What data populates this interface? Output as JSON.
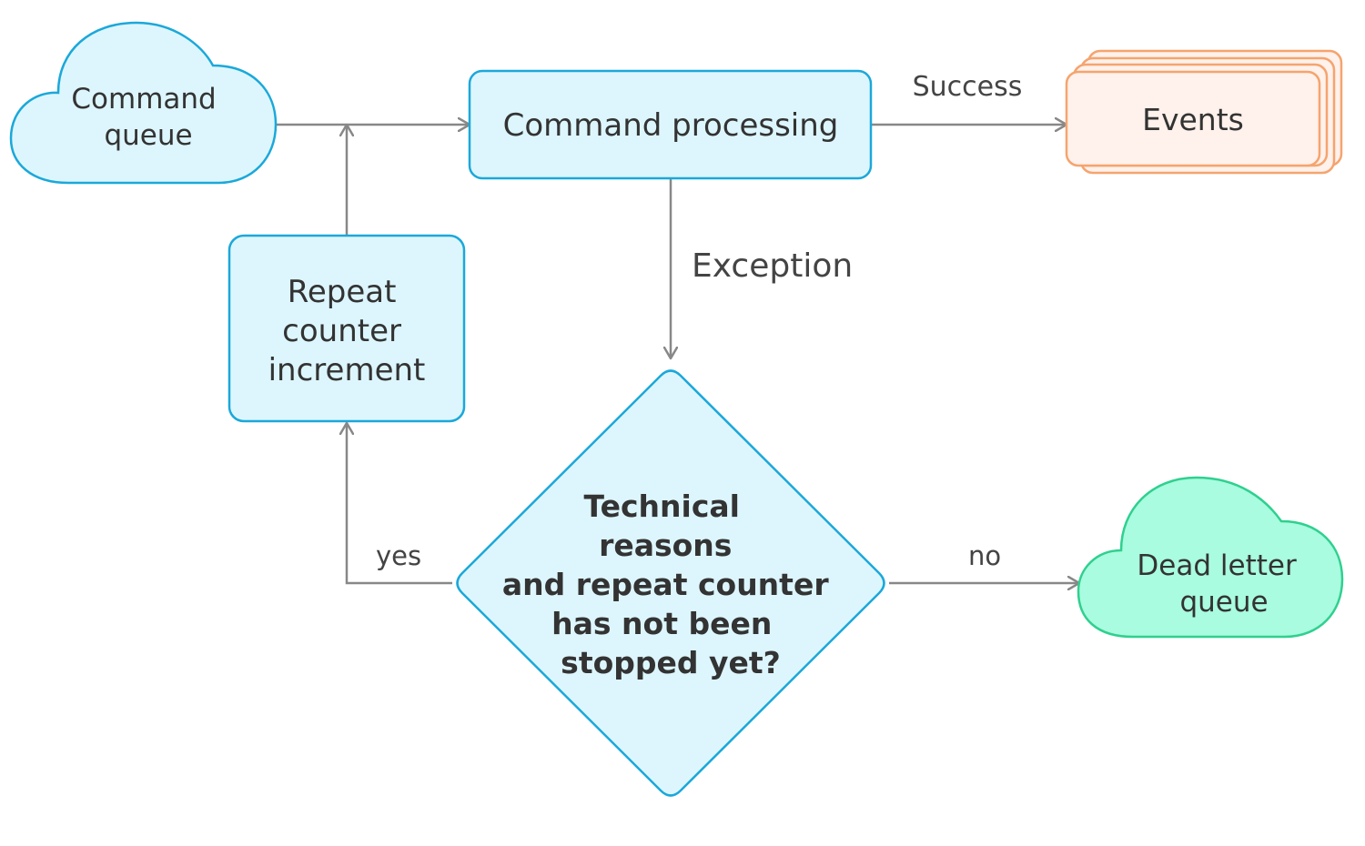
{
  "colors": {
    "process_fill": "#DDF6FD",
    "process_stroke": "#1BA8DA",
    "events_fill": "#FFF1EB",
    "events_stroke": "#F5A46E",
    "dead_letter_fill": "#A9FCDF",
    "dead_letter_stroke": "#2FD08F",
    "edge": "#888888",
    "text": "#333333"
  },
  "nodes": {
    "command_queue": {
      "lines": [
        "Command",
        "queue"
      ],
      "shape": "cloud"
    },
    "command_processing": {
      "lines": [
        "Command processing"
      ],
      "shape": "rounded-rect"
    },
    "events": {
      "lines": [
        "Events"
      ],
      "shape": "stacked-rect"
    },
    "repeat_counter": {
      "lines": [
        "Repeat",
        "counter",
        "increment"
      ],
      "shape": "rounded-rect"
    },
    "decision": {
      "lines": [
        "Technical",
        "reasons",
        "and repeat counter",
        "has not been",
        "stopped yet?"
      ],
      "shape": "diamond"
    },
    "dead_letter_queue": {
      "lines": [
        "Dead letter",
        "queue"
      ],
      "shape": "cloud"
    }
  },
  "edges": {
    "success": "Success",
    "exception": "Exception",
    "yes": "yes",
    "no": "no"
  }
}
